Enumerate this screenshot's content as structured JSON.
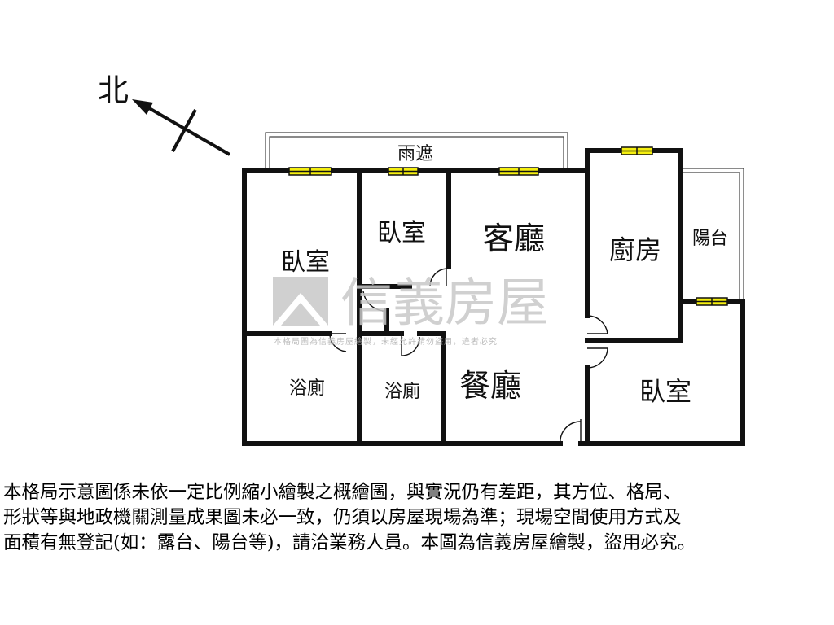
{
  "compass": {
    "label": "北"
  },
  "rooms": {
    "canopy": "雨遮",
    "bedroom_left": "臥室",
    "bedroom_middle": "臥室",
    "living_room": "客廳",
    "kitchen": "廚房",
    "balcony": "陽台",
    "bathroom_left": "浴廁",
    "bathroom_middle": "浴廁",
    "dining_room": "餐廳",
    "bedroom_right": "臥室"
  },
  "watermark": {
    "brand": "信義房屋",
    "notice": "本格局圖為信義房屋繪製，未經允許請勿盜用，違者必究"
  },
  "disclaimer": {
    "lines": [
      "本格局示意圖係未依一定比例縮小繪製之概繪圖，與實況仍有差距，其方位、格局、",
      "形狀等與地政機關測量成果圖未必一致，仍須以房屋現場為準；現場空間使用方式及",
      "面積有無登記(如：露台、陽台等)，請洽業務人員。本圖為信義房屋繪製，盜用必究。"
    ]
  },
  "colors": {
    "wall": "#111111",
    "window_fill": "#f5ef10",
    "watermark": "#c8c8c8"
  }
}
